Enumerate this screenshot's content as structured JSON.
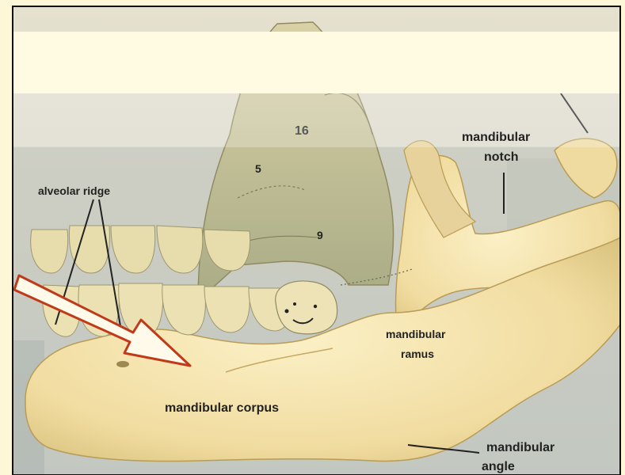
{
  "labels": {
    "alveolar_ridge": "alveolar ridge",
    "mandibular_notch": [
      "mandibular",
      "notch"
    ],
    "mandibular_ramus": [
      "mandibular",
      "ramus"
    ],
    "mandibular_corpus": "mandibular corpus",
    "mandibular_angle": [
      "mandibular",
      "angle"
    ],
    "tooth_number": "16",
    "maxilla_number": "5",
    "inner_number": "9"
  },
  "colors": {
    "banner": "#fffbe2",
    "bone": "#f1dca0",
    "bone_light": "#f9ebbf",
    "teeth": "#e8dcae",
    "upper_bone": "#c7be8e",
    "arrow_fill": "#fffaea",
    "arrow_stroke": "#c03a1a",
    "background_top": "#ddd8c6",
    "background_bottom": "#bfc5c2"
  }
}
